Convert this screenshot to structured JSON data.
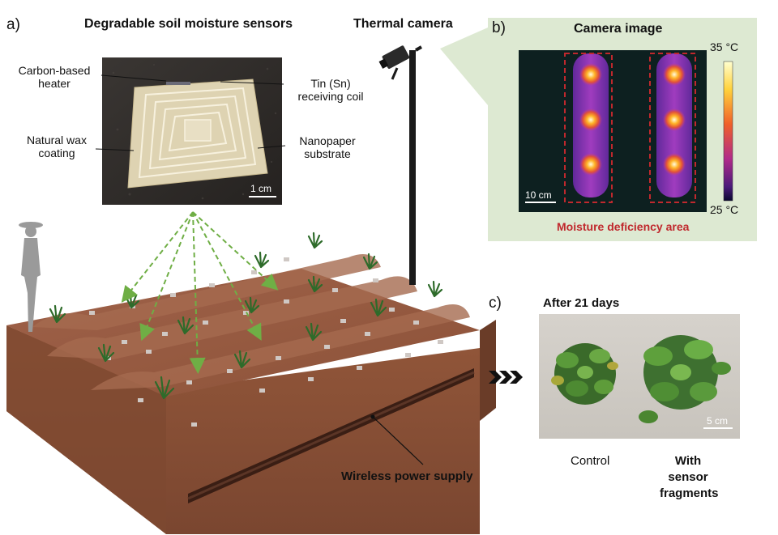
{
  "panel_a": {
    "label": "a)",
    "title": "Degradable soil moisture sensors",
    "callouts": {
      "heater": [
        "Carbon-based",
        "heater"
      ],
      "coil": [
        "Tin (Sn)",
        "receiving coil"
      ],
      "wax": [
        "Natural wax",
        "coating"
      ],
      "substrate": [
        "Nanopaper",
        "substrate"
      ]
    },
    "photo_scale": "1 cm",
    "camera_title": "Thermal camera",
    "power_label": "Wireless power supply"
  },
  "panel_b": {
    "label": "b)",
    "title": "Camera image",
    "scale": "10 cm",
    "colorbar_max": "35 °C",
    "colorbar_min": "25 °C",
    "caption": "Moisture deficiency area",
    "caption_color": "#c0282d",
    "background_color": "#dde9d2"
  },
  "panel_c": {
    "label": "c)",
    "title": "After 21 days",
    "scale": "5 cm",
    "control_label": "Control",
    "treated_label": [
      "With",
      "sensor",
      "fragments"
    ]
  },
  "colors": {
    "soil": "#8b5236",
    "arrow": "#6fae45"
  }
}
